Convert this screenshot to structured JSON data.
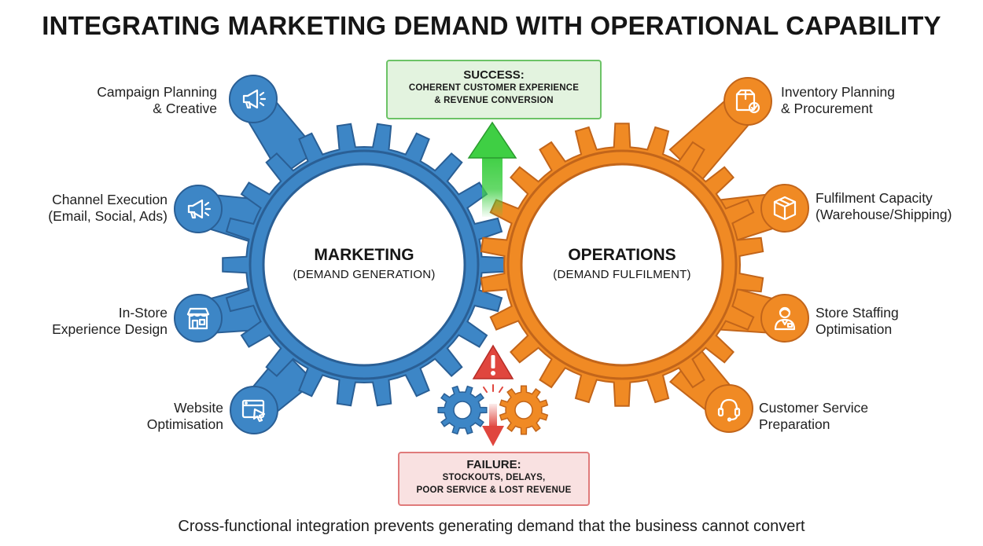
{
  "title": "INTEGRATING MARKETING DEMAND WITH OPERATIONAL CAPABILITY",
  "colors": {
    "marketing": "#3d86c6",
    "marketing_dark": "#2a5f95",
    "operations": "#f08a24",
    "operations_dark": "#c2651a",
    "success_arrow": "#3fcf44",
    "failure_arrow": "#e0463e"
  },
  "marketing": {
    "title": "MARKETING",
    "subtitle": "(DEMAND GENERATION)",
    "items": [
      {
        "line1": "Campaign Planning",
        "line2": "& Creative",
        "icon": "megaphone-icon"
      },
      {
        "line1": "Channel Execution",
        "line2": "(Email, Social, Ads)",
        "icon": "megaphone-icon"
      },
      {
        "line1": "In-Store",
        "line2": "Experience Design",
        "icon": "storefront-icon"
      },
      {
        "line1": "Website",
        "line2": "Optimisation",
        "icon": "browser-cursor-icon"
      }
    ]
  },
  "operations": {
    "title": "OPERATIONS",
    "subtitle": "(DEMAND FULFILMENT)",
    "items": [
      {
        "line1": "Inventory Planning",
        "line2": "& Procurement",
        "icon": "box-check-icon"
      },
      {
        "line1": "Fulfilment Capacity",
        "line2": "(Warehouse/Shipping)",
        "icon": "package-icon"
      },
      {
        "line1": "Store Staffing",
        "line2": "Optimisation",
        "icon": "staff-icon"
      },
      {
        "line1": "Customer Service",
        "line2": "Preparation",
        "icon": "headset-icon"
      }
    ]
  },
  "success": {
    "title": "SUCCESS:",
    "line1": "COHERENT CUSTOMER EXPERIENCE",
    "line2": "& REVENUE CONVERSION"
  },
  "failure": {
    "title": "FAILURE:",
    "line1": "STOCKOUTS, DELAYS,",
    "line2": "POOR SERVICE & LOST REVENUE",
    "icon": "warning-icon"
  },
  "footer": "Cross-functional integration prevents generating demand that the business cannot convert"
}
